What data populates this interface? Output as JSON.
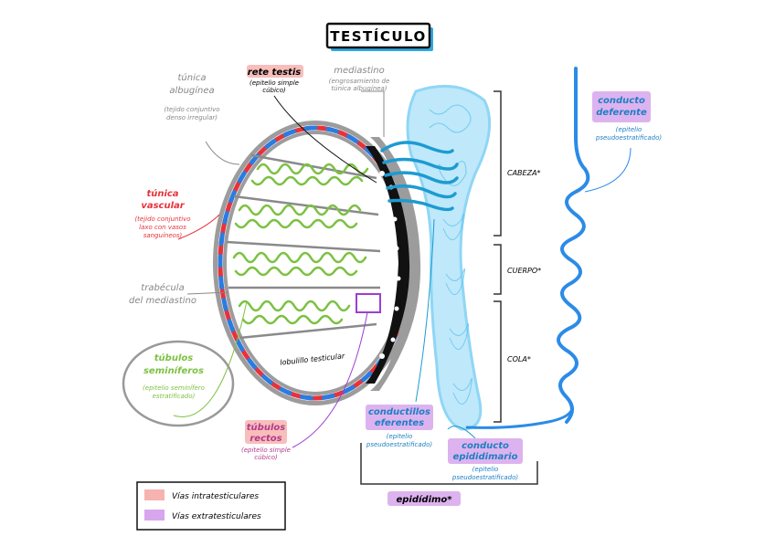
{
  "title": "TESTÍCULO",
  "colors": {
    "tunica_albuginea": "#999999",
    "tunica_vascular": "#e8323a",
    "trabecula": "#8a8a8a",
    "tubulos_seminiferos": "#7cc142",
    "red_testis": "#111111",
    "conduct_eferentes": "#1d9bd1",
    "epididimo": "#8fd6f5",
    "deferente": "#2b8be8",
    "extratesticular_highlight": "#d7a6ec",
    "intratesticular_highlight": "#f6b3b0"
  },
  "labels": {
    "rete_testis": {
      "title": "rete testis",
      "sub1": "(epitelio simple",
      "sub2": "cúbico)"
    },
    "mediastino": {
      "title": "mediastino",
      "sub1": "(engrosamiento de",
      "sub2": "túnica albugínea)"
    },
    "tunica_albuginea": {
      "title1": "túnica",
      "title2": "albugínea",
      "sub1": "(tejido conjuntivo",
      "sub2": "denso irregular)"
    },
    "tunica_vascular": {
      "title1": "túnica",
      "title2": "vascular",
      "sub1": "(tejido conjuntivo",
      "sub2": "laxo con vasos",
      "sub3": "sanguíneos)"
    },
    "trabecula": {
      "title1": "trabécula",
      "title2": "del mediastino"
    },
    "tubulos_seminiferos": {
      "title1": "túbulos",
      "title2": "seminíferos",
      "sub1": "(epitelio seminífero",
      "sub2": "estratificado)"
    },
    "lobulillo": "lobulillo testicular",
    "tubulos_rectos": {
      "title1": "túbulos",
      "title2": "rectos",
      "sub1": "(epitelio simple",
      "sub2": "cúbico)"
    },
    "conductillos": {
      "title1": "conductillos",
      "title2": "eferentes",
      "sub1": "(epitelio",
      "sub2": "pseudoestratificado)"
    },
    "conducto_epididimario": {
      "title1": "conducto",
      "title2": "epididimario",
      "sub1": "(epitelio",
      "sub2": "pseudoestratificado)"
    },
    "conducto_deferente": {
      "title1": "conducto",
      "title2": "deferente",
      "sub1": "(epitelio",
      "sub2": "pseudoestratificado)"
    },
    "cabeza": "CABEZA*",
    "cuerpo": "CUERPO*",
    "cola": "COLA*",
    "epididimo": "epidídimo*"
  },
  "legend": [
    {
      "label": "Vías intratesticulares",
      "color": "#f6b3b0"
    },
    {
      "label": "Vías extratesticulares",
      "color": "#d7a6ec"
    }
  ]
}
